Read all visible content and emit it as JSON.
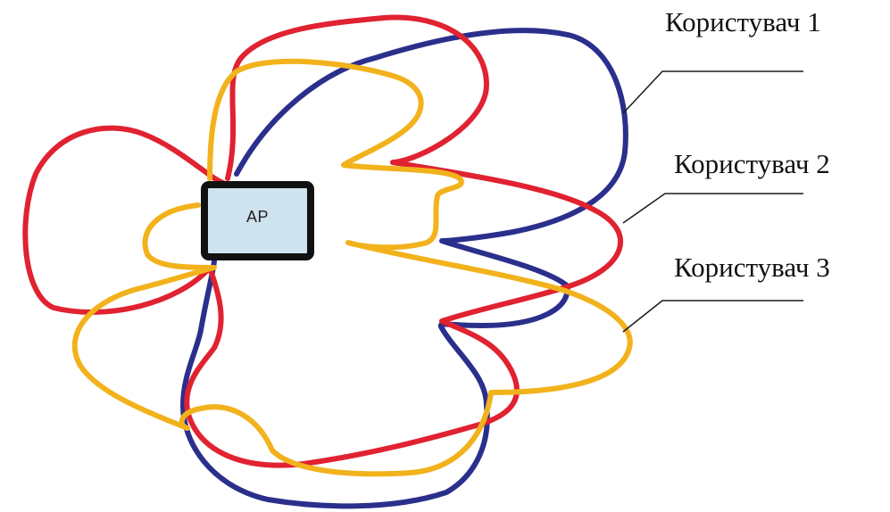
{
  "access_point": {
    "label": "AP",
    "fill_color": "#cfe2ef",
    "border_color": "#111111"
  },
  "users": [
    {
      "label": "Користувач 1",
      "color": "#2b2f8c"
    },
    {
      "label": "Користувач 2",
      "color": "#e02231"
    },
    {
      "label": "Користувач 3",
      "color": "#f2b21c"
    }
  ]
}
